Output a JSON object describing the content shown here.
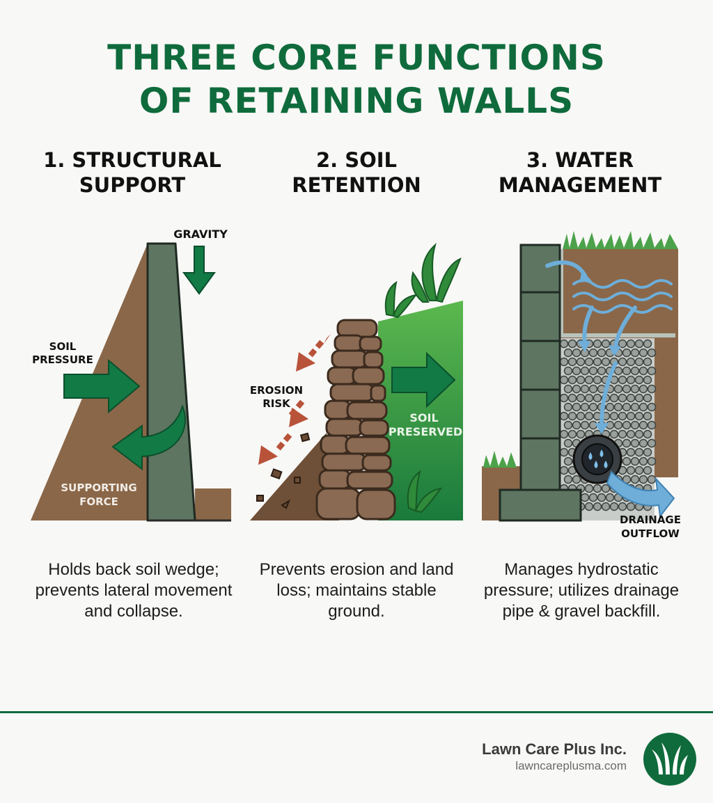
{
  "title": {
    "line1": "THREE CORE FUNCTIONS",
    "line2": "OF RETAINING WALLS"
  },
  "columns": [
    {
      "heading_line1": "1. STRUCTURAL",
      "heading_line2": "SUPPORT",
      "labels": {
        "gravity": "GRAVITY",
        "soil_pressure_1": "SOIL",
        "soil_pressure_2": "PRESSURE",
        "supporting_1": "SUPPORTING",
        "supporting_2": "FORCE"
      },
      "description": "Holds back soil wedge; prevents lateral movement and collapse."
    },
    {
      "heading_line1": "2. SOIL",
      "heading_line2": "RETENTION",
      "labels": {
        "erosion_1": "EROSION",
        "erosion_2": "RISK",
        "preserved_1": "SOIL",
        "preserved_2": "PRESERVED"
      },
      "description": "Prevents erosion and land loss; maintains stable ground."
    },
    {
      "heading_line1": "3. WATER",
      "heading_line2": "MANAGEMENT",
      "labels": {
        "drainage_1": "DRAINAGE",
        "drainage_2": "OUTFLOW"
      },
      "description": "Manages hydrostatic pressure; utilizes drainage pipe & gravel backfill."
    }
  ],
  "brand": {
    "name": "Lawn Care Plus Inc.",
    "url": "lawncareplusma.com",
    "logo_icon": "grass-icon"
  },
  "colors": {
    "brand_green": "#0f6b3c",
    "soil_brown": "#8a6748",
    "wall_gray": "#5d7561",
    "arrow_green": "#127a45",
    "erosion_red": "#b8533a",
    "water_blue": "#6eaed9",
    "grass_green": "#4ca24a"
  }
}
